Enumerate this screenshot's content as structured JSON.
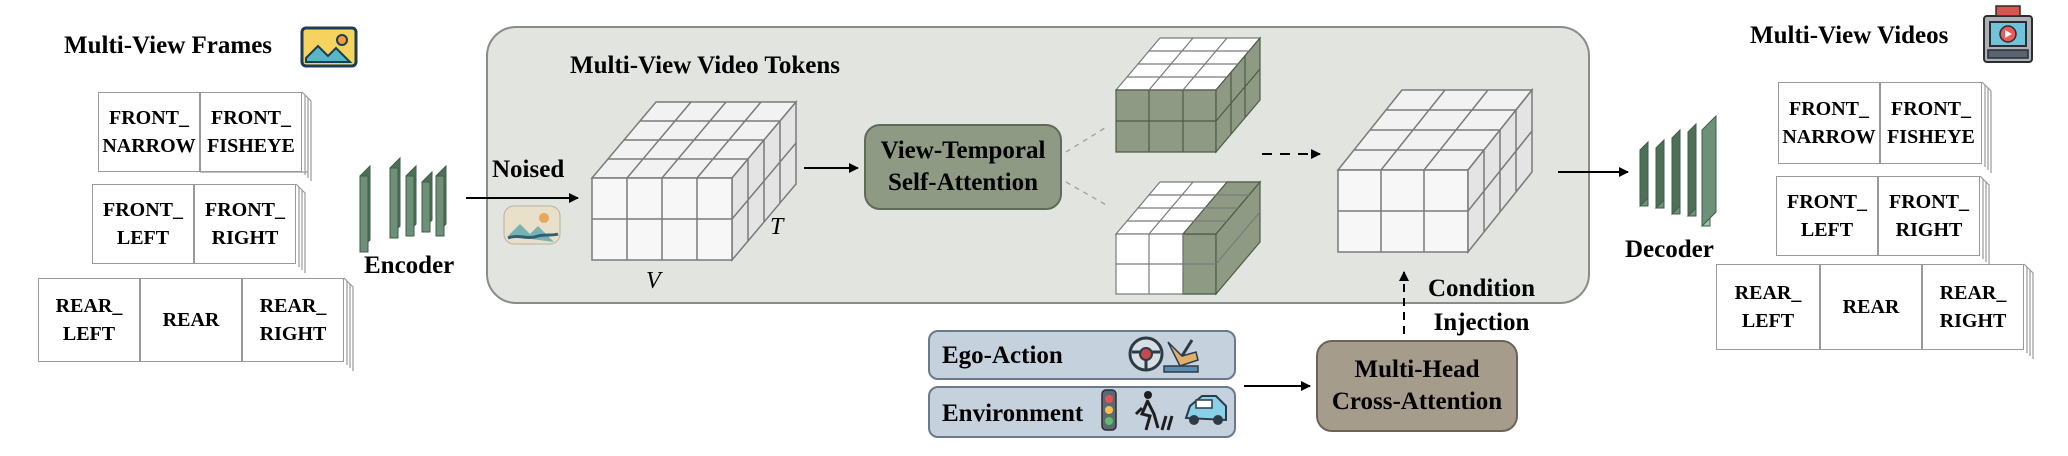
{
  "input": {
    "title": "Multi-View Frames",
    "rows": [
      [
        "FRONT_\nNARROW",
        "FRONT_\nFISHEYE"
      ],
      [
        "FRONT_\nLEFT",
        "FRONT_\nRIGHT"
      ],
      [
        "REAR_\nLEFT",
        "REAR",
        "REAR_\nRIGHT"
      ]
    ]
  },
  "encoder_label": "Encoder",
  "noised_label": "Noised",
  "tokens": {
    "title": "Multi-View Video Tokens",
    "axis_v": "V",
    "axis_t": "T"
  },
  "view_temporal_attention": "View-Temporal\nSelf-Attention",
  "condition_injection": "Condition\nInjection",
  "conditions": {
    "ego_action": "Ego-Action",
    "environment": "Environment"
  },
  "cross_attention": "Multi-Head\nCross-Attention",
  "decoder_label": "Decoder",
  "output": {
    "title": "Multi-View Videos",
    "rows": [
      [
        "FRONT_\nNARROW",
        "FRONT_\nFISHEYE"
      ],
      [
        "FRONT_\nLEFT",
        "FRONT_\nRIGHT"
      ],
      [
        "REAR_\nLEFT",
        "REAR",
        "REAR_\nRIGHT"
      ]
    ]
  },
  "icons": {
    "input_title": "landscape-photo-icon",
    "noise": "noisy-landscape-icon",
    "output_title": "video-player-icon",
    "steering": "steering-wheel-icon",
    "pedal": "foot-pedal-icon",
    "traffic_light": "traffic-light-icon",
    "pedestrian": "pedestrian-crossing-icon",
    "car": "car-icon"
  },
  "colors": {
    "panel": "#e2e4df",
    "attention": "#8f9a84",
    "cross_attention": "#a69c8c",
    "condition": "#c6d1de",
    "encoder_green": "#6e8f78"
  }
}
